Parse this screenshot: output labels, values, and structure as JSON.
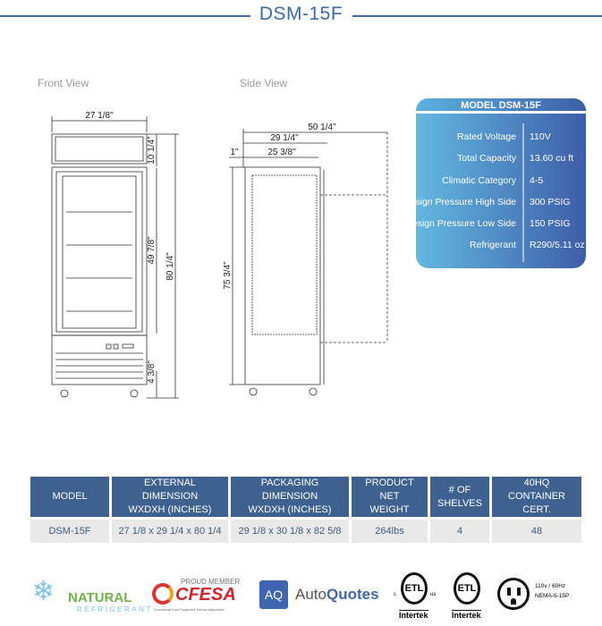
{
  "title": "DSM-15F",
  "views": {
    "front": "Front View",
    "side": "Side View"
  },
  "dimensions": {
    "front": {
      "width": "27 1/8\"",
      "top": "10 1/4\"",
      "door": "49 7/8\"",
      "height": "80 1/4\"",
      "base": "4 3/8\""
    },
    "side": {
      "swing": "50 1/4\"",
      "depth": "29 1/4\"",
      "offset": "1\"",
      "inner": "25 3/8\"",
      "height": "75 3/4\""
    }
  },
  "spec_card": {
    "header": "MODEL DSM-15F",
    "rows": [
      {
        "label": "Rated  Voltage",
        "value": "110V"
      },
      {
        "label": "Total Capacity",
        "value": "13.60 cu ft"
      },
      {
        "label": "Climatic Category",
        "value": "4-5"
      },
      {
        "label": "Design Pressure High Side",
        "value": "300 PSIG"
      },
      {
        "label": "Design Pressure Low Side",
        "value": "150 PSIG"
      },
      {
        "label": "Refrigerant",
        "value": "R290/5.11 oz"
      }
    ]
  },
  "table": {
    "headers": [
      [
        "MODEL",
        ""
      ],
      [
        "EXTERNAL DIMENSION",
        "WXDXH (INCHES)"
      ],
      [
        "PACKAGING DIMENSION",
        "WXDXH (INCHES)"
      ],
      [
        "PRODUCT NET",
        "WEIGHT"
      ],
      [
        "# OF",
        "SHELVES"
      ],
      [
        "40HQ",
        "CONTAINER CERT."
      ]
    ],
    "rows": [
      [
        "DSM-15F",
        "27 1/8 x 29 1/4 x 80 1/4",
        "29 1/8 x 30 1/8 x 82 5/8",
        "264lbs",
        "4",
        "48"
      ]
    ]
  },
  "logos": {
    "natural": [
      "NATURAL",
      "REFRIGERANT"
    ],
    "cfesa": [
      "PROUD MEMBER",
      "CFESA",
      "Commercial Food Equipment Service Association"
    ],
    "autoquotes": [
      "AQ",
      "Auto",
      "Quotes"
    ],
    "etl1": [
      "ETL",
      "c",
      "us",
      "Intertek"
    ],
    "etl2": [
      "ETL",
      "Intertek"
    ],
    "plug": [
      "110v / 60Hz",
      "NEMA-5-15P"
    ]
  },
  "colors": {
    "accent": "#3b6aa6",
    "table_header": "#3e6190",
    "card_start": "#62b8e0",
    "card_end": "#3e5da8"
  }
}
